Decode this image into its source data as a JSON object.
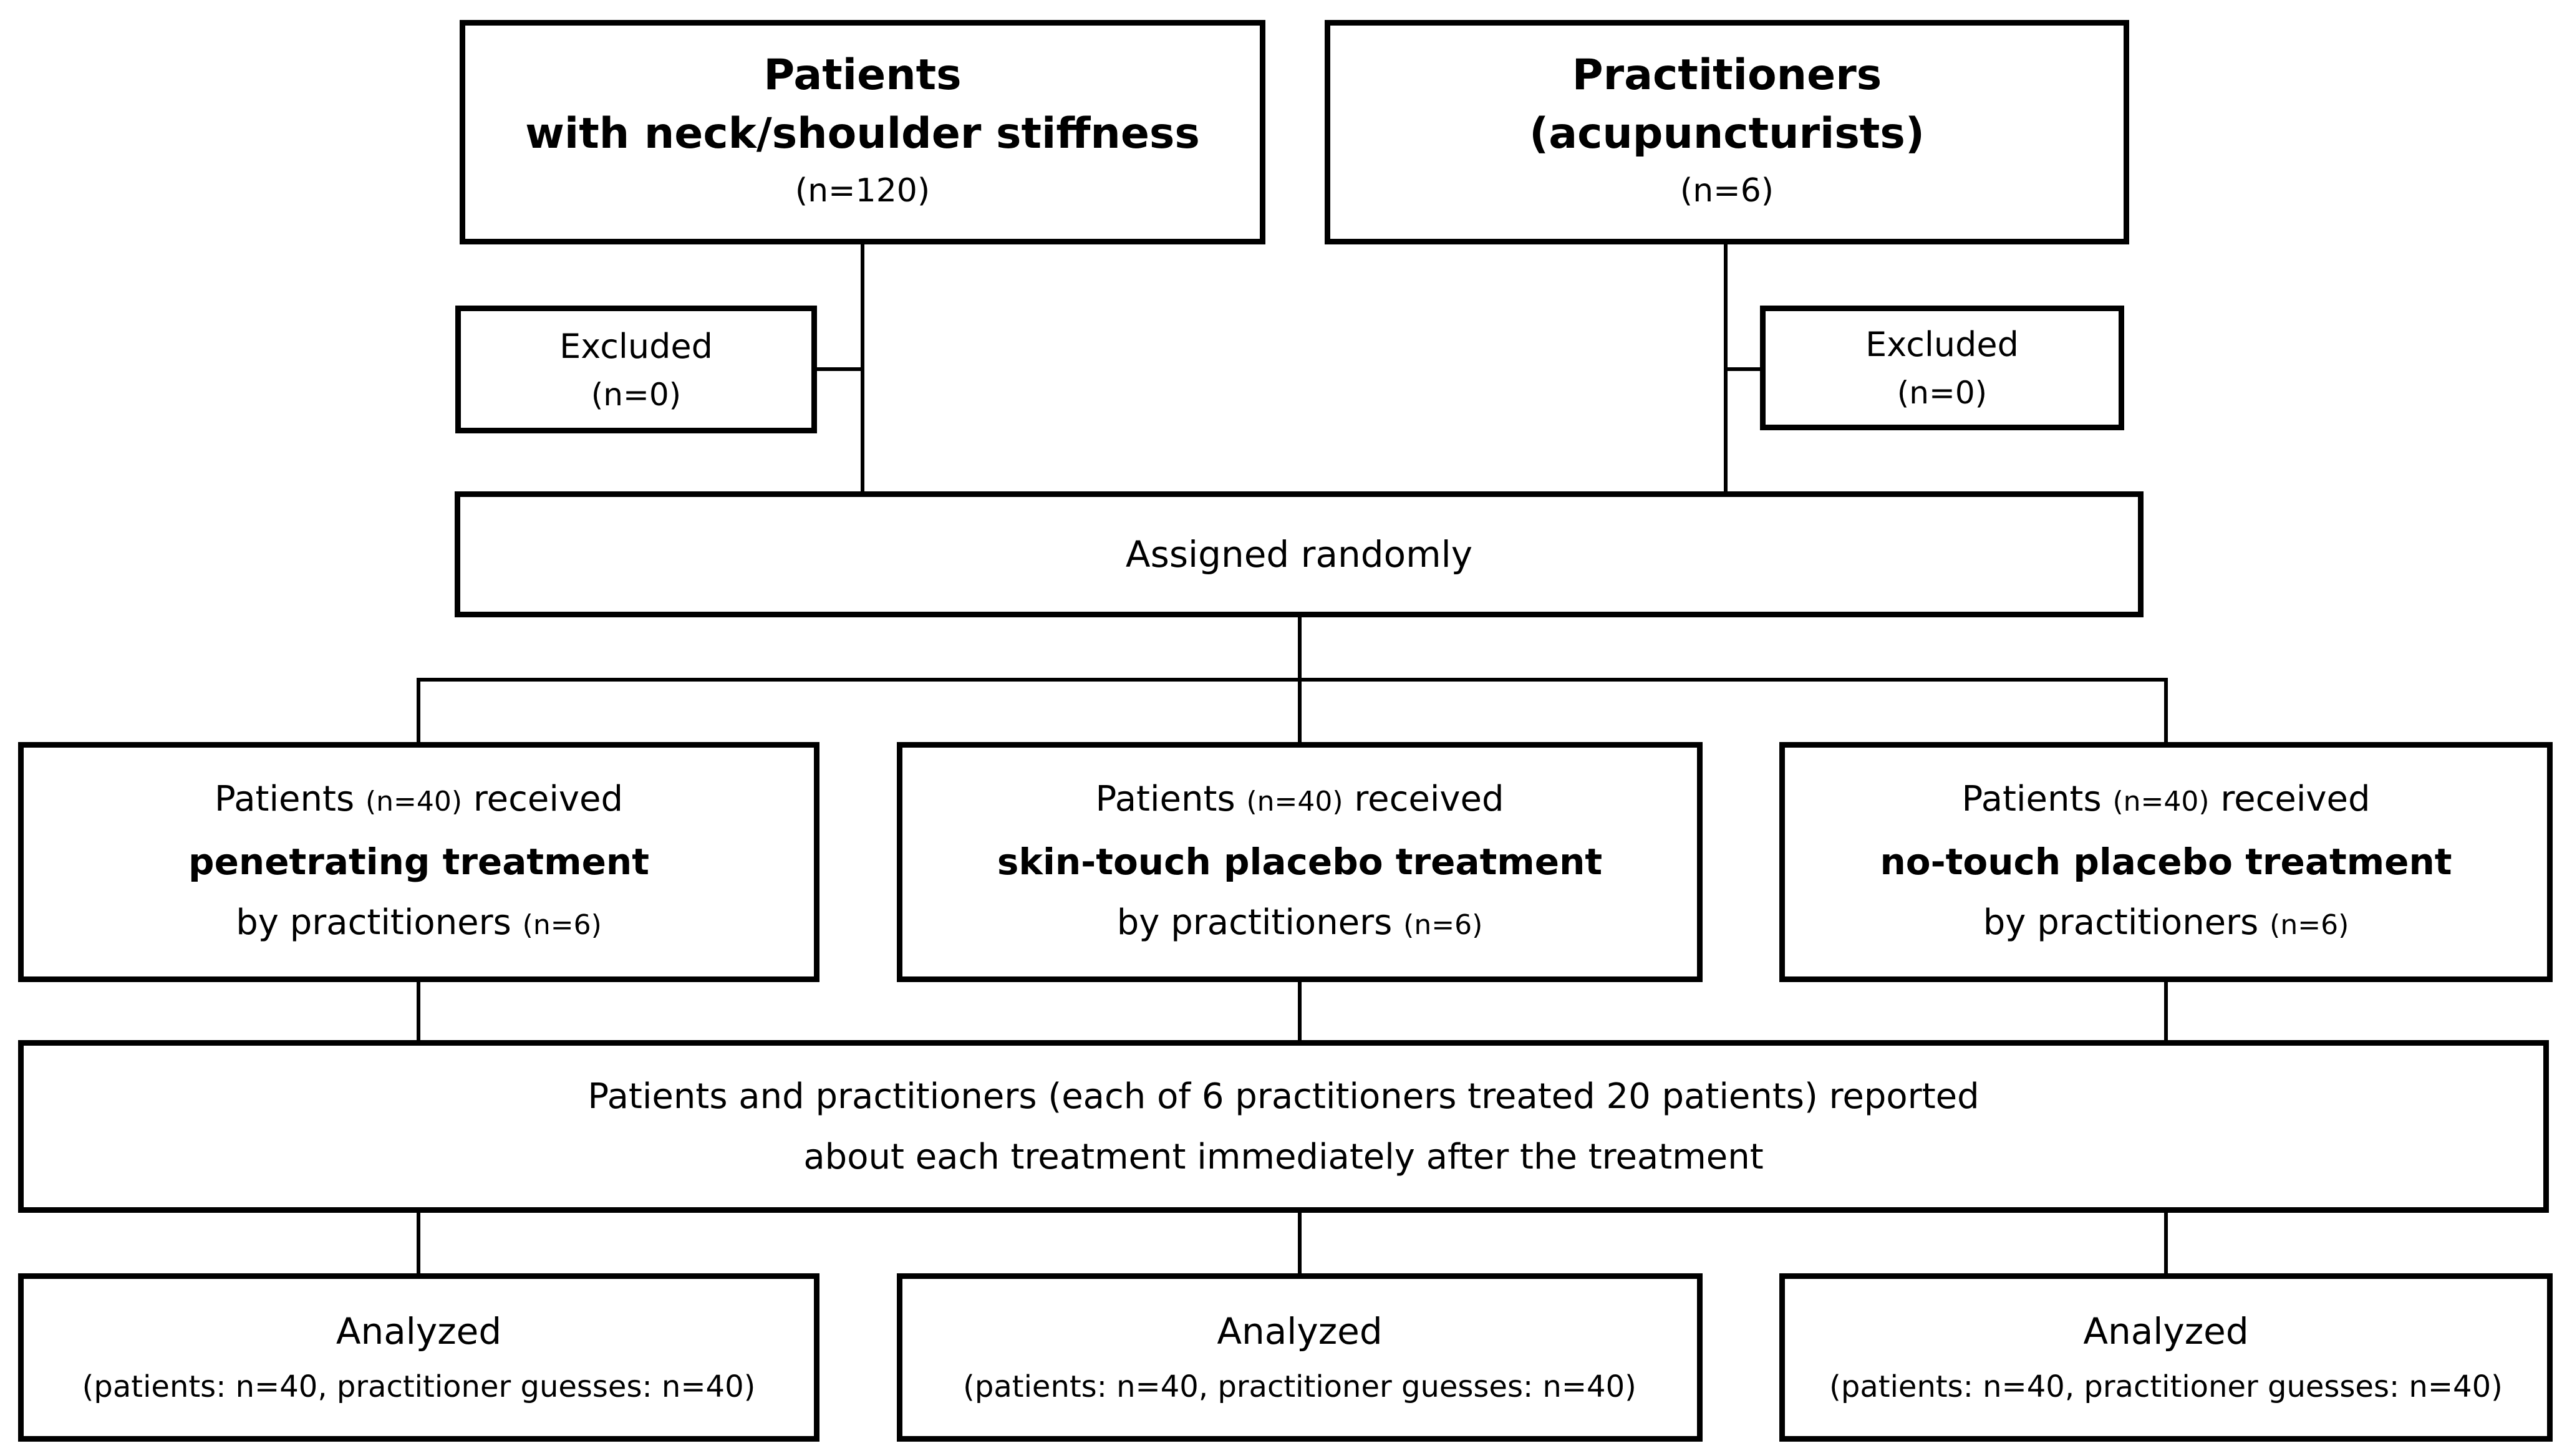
{
  "diagram": {
    "colors": {
      "line": "#000000",
      "background": "#ffffff",
      "text": "#000000"
    },
    "top": {
      "patients": {
        "title1": "Patients",
        "title2": "with neck/shoulder stiffness",
        "n": "(n=120)"
      },
      "practitioners": {
        "title1": "Practitioners",
        "title2": "(acupuncturists)",
        "n": "(n=6)"
      }
    },
    "excluded_left": {
      "label": "Excluded",
      "n": "(n=0)"
    },
    "excluded_right": {
      "label": "Excluded",
      "n": "(n=0)"
    },
    "assigned": {
      "label": "Assigned randomly"
    },
    "branches": [
      {
        "line1_pre": "Patients",
        "line1_n": "(n=40)",
        "line1_post": "received",
        "treatment": "penetrating treatment",
        "line3_pre": "by practitioners",
        "line3_n": "(n=6)"
      },
      {
        "line1_pre": "Patients",
        "line1_n": "(n=40)",
        "line1_post": "received",
        "treatment": "skin-touch placebo treatment",
        "line3_pre": "by practitioners",
        "line3_n": "(n=6)"
      },
      {
        "line1_pre": "Patients",
        "line1_n": "(n=40)",
        "line1_post": "received",
        "treatment": "no-touch placebo treatment",
        "line3_pre": "by practitioners",
        "line3_n": "(n=6)"
      }
    ],
    "reported": {
      "line1": "Patients and practitioners (each of 6 practitioners treated 20 patients) reported",
      "line2": "about each treatment immediately after the treatment"
    },
    "analyzed": [
      {
        "label": "Analyzed",
        "detail": "(patients: n=40, practitioner guesses: n=40)"
      },
      {
        "label": "Analyzed",
        "detail": "(patients: n=40, practitioner guesses: n=40)"
      },
      {
        "label": "Analyzed",
        "detail": "(patients: n=40, practitioner guesses: n=40)"
      }
    ]
  }
}
